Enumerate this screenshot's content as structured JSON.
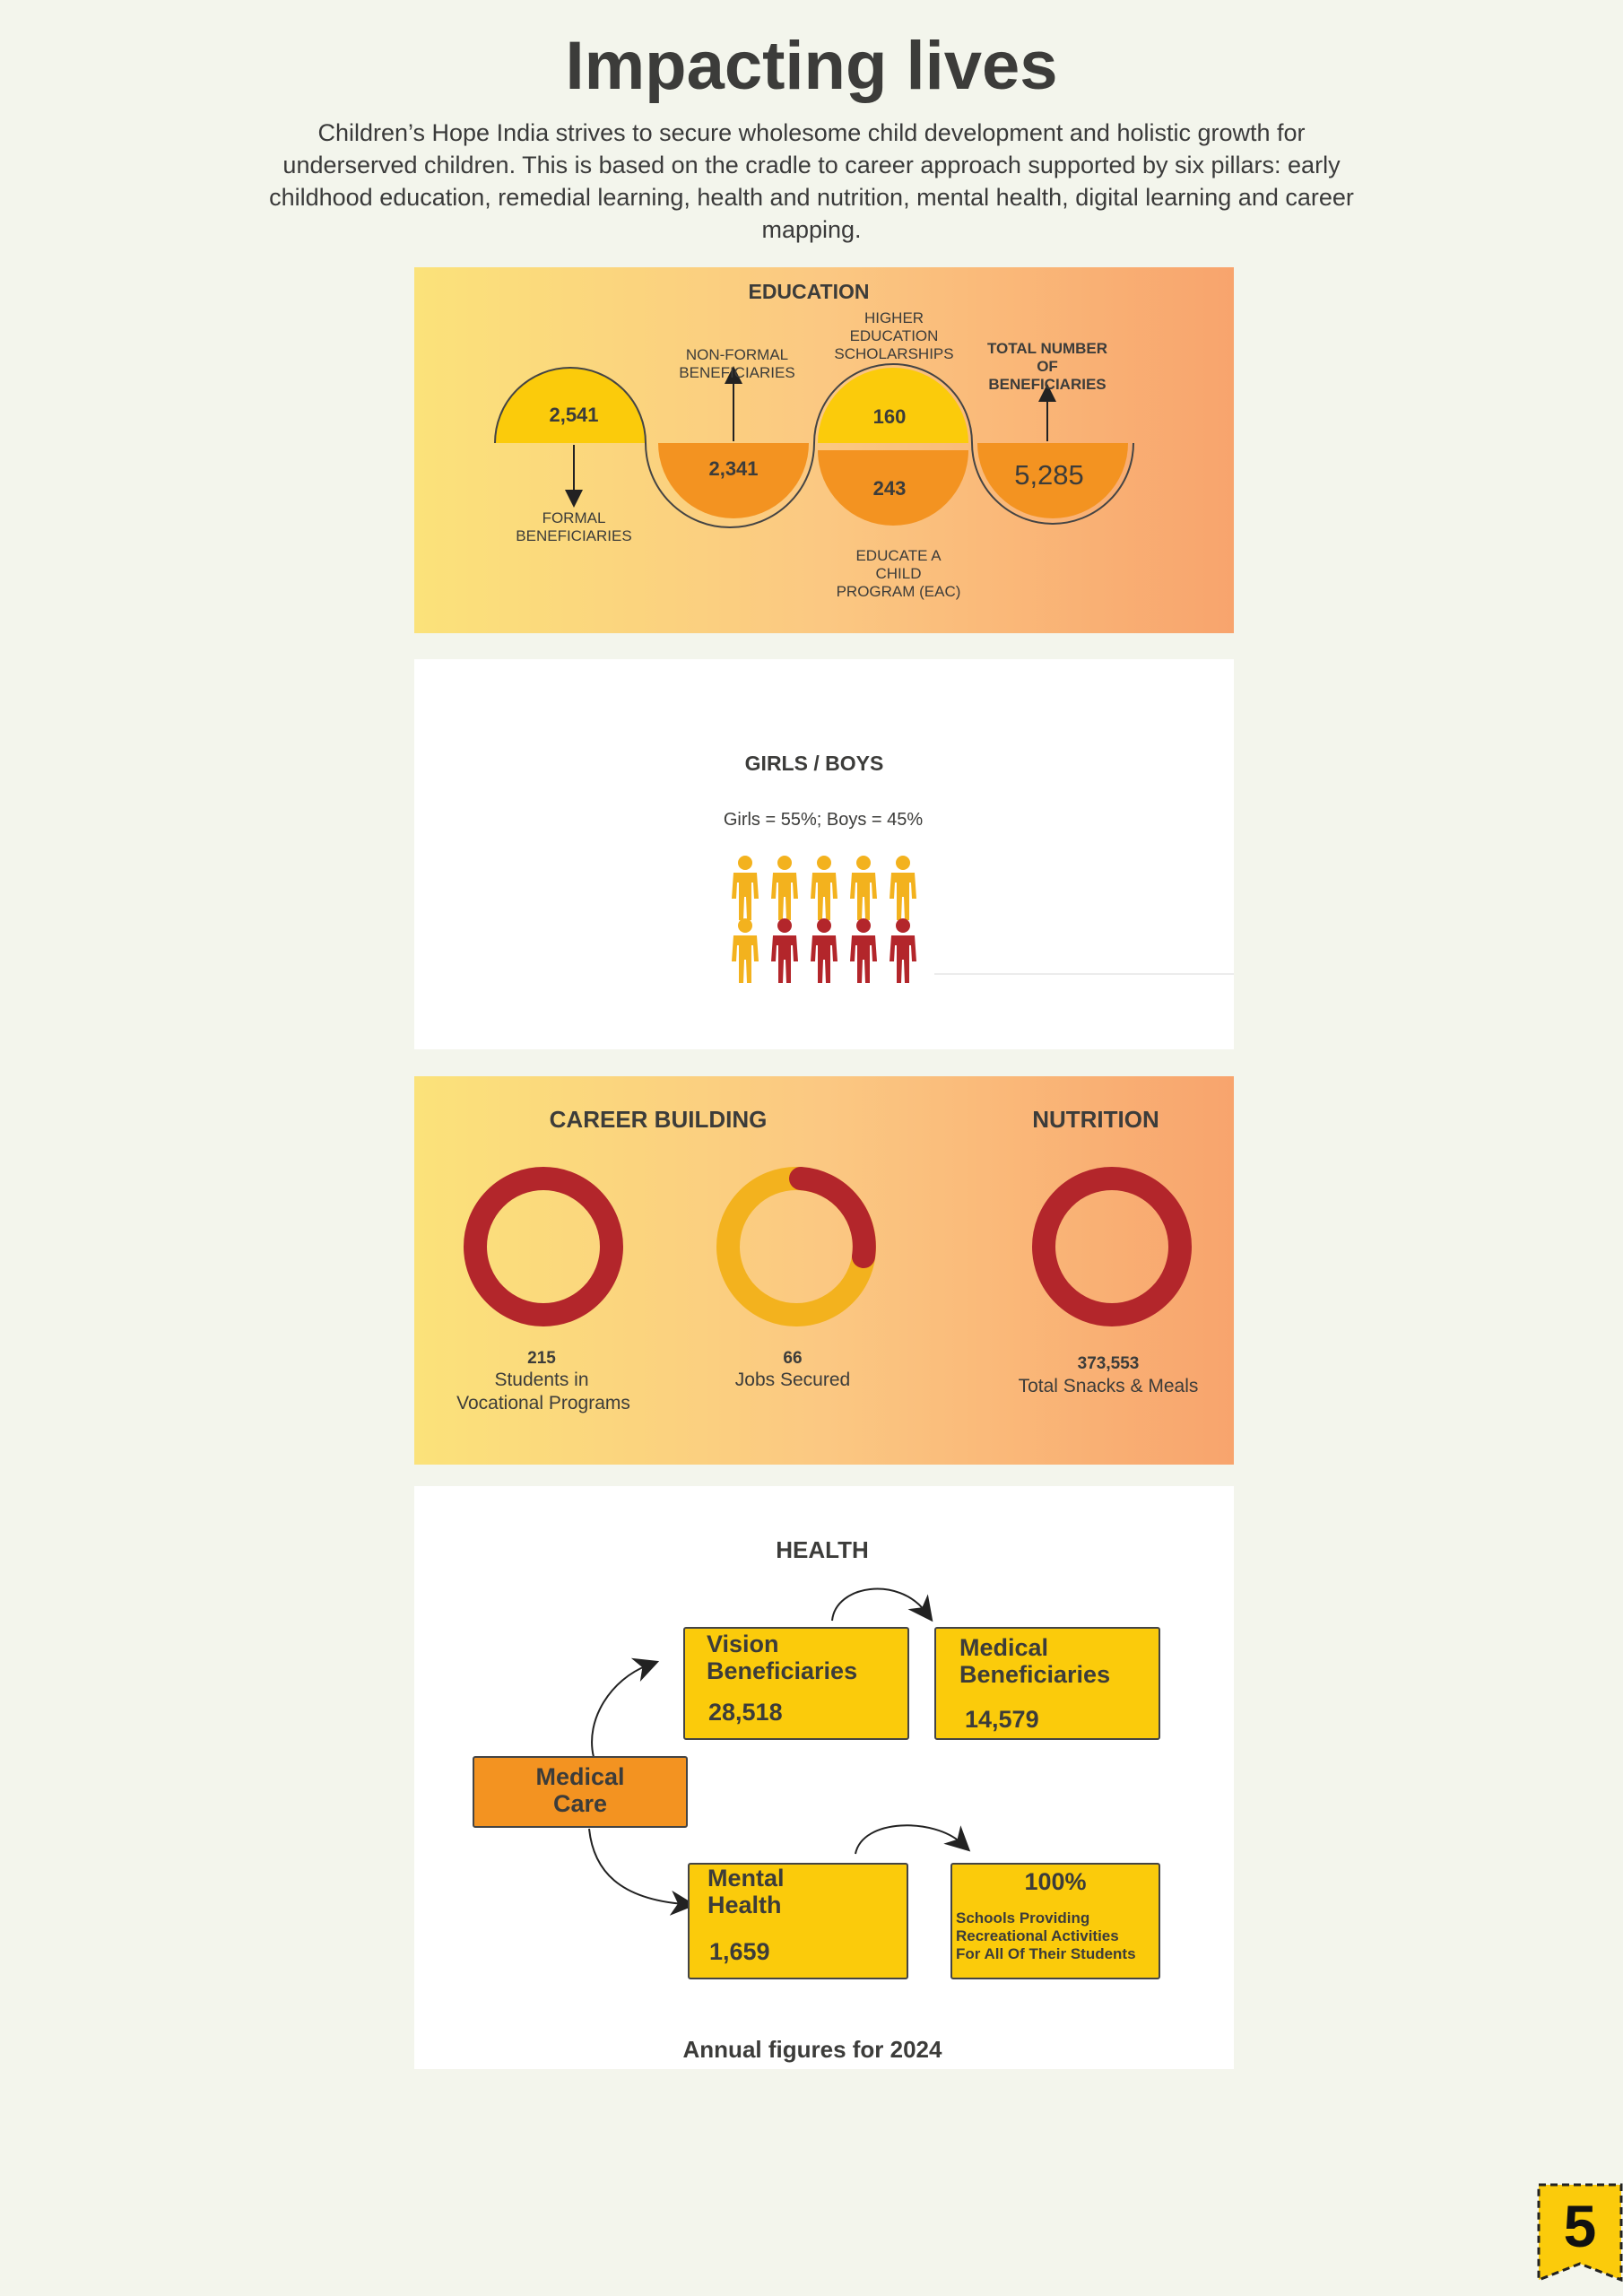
{
  "title": "Impacting lives",
  "intro": "Children’s Hope India strives to secure wholesome child development and holistic growth for underserved children. This is based on the cradle to career approach supported by six pillars: early childhood education, remedial learning, health and nutrition, mental health, digital learning and career mapping.",
  "education": {
    "heading": "EDUCATION",
    "formal_value": "2,541",
    "formal_label_1": "FORMAL",
    "formal_label_2": "BENEFICIARIES",
    "nonformal_value": "2,341",
    "nonformal_label_1": "NON-FORMAL",
    "nonformal_label_2": "BENEFICIARIES",
    "higher_value": "160",
    "higher_label_1": "HIGHER",
    "higher_label_2": "EDUCATION",
    "higher_label_3": "SCHOLARSHIPS",
    "eac_value": "243",
    "eac_label_1": "EDUCATE A",
    "eac_label_2": "CHILD",
    "eac_label_3": "PROGRAM (EAC)",
    "total_value": "5,285",
    "total_label_1": "TOTAL NUMBER",
    "total_label_2": "OF",
    "total_label_3": "BENEFICIARIES"
  },
  "gender": {
    "heading": "GIRLS / BOYS",
    "subtitle": "Girls = 55%; Boys = 45%",
    "girls_pct": 55,
    "boys_pct": 45,
    "girl_color": "#f3b21e",
    "boy_color": "#b3262b"
  },
  "career": {
    "heading": "CAREER BUILDING",
    "vocational_value": "215",
    "vocational_label_1": "Students in",
    "vocational_label_2": "Vocational Programs",
    "jobs_value": "66",
    "jobs_label": "Jobs Secured"
  },
  "nutrition": {
    "heading": "NUTRITION",
    "meals_value": "373,553",
    "meals_label": "Total Snacks & Meals"
  },
  "health": {
    "heading": "HEALTH",
    "medical_care_1": "Medical",
    "medical_care_2": "Care",
    "vision_label_1": "Vision",
    "vision_label_2": "Beneficiaries",
    "vision_value": "28,518",
    "medical_label_1": "Medical",
    "medical_label_2": "Beneficiaries",
    "medical_value": "14,579",
    "mental_label_1": "Mental",
    "mental_label_2": "Health",
    "mental_value": "1,659",
    "schools_value": "100%",
    "schools_label_1": "Schools Providing",
    "schools_label_2": "Recreational Activities",
    "schools_label_3": "For All Of Their Students",
    "footer": "Annual figures for 2024"
  },
  "page_number": "5",
  "colors": {
    "yellow": "#fbcb0b",
    "orange": "#f39321",
    "dark_red": "#b3262b",
    "gold_ring": "#f3b21e"
  }
}
